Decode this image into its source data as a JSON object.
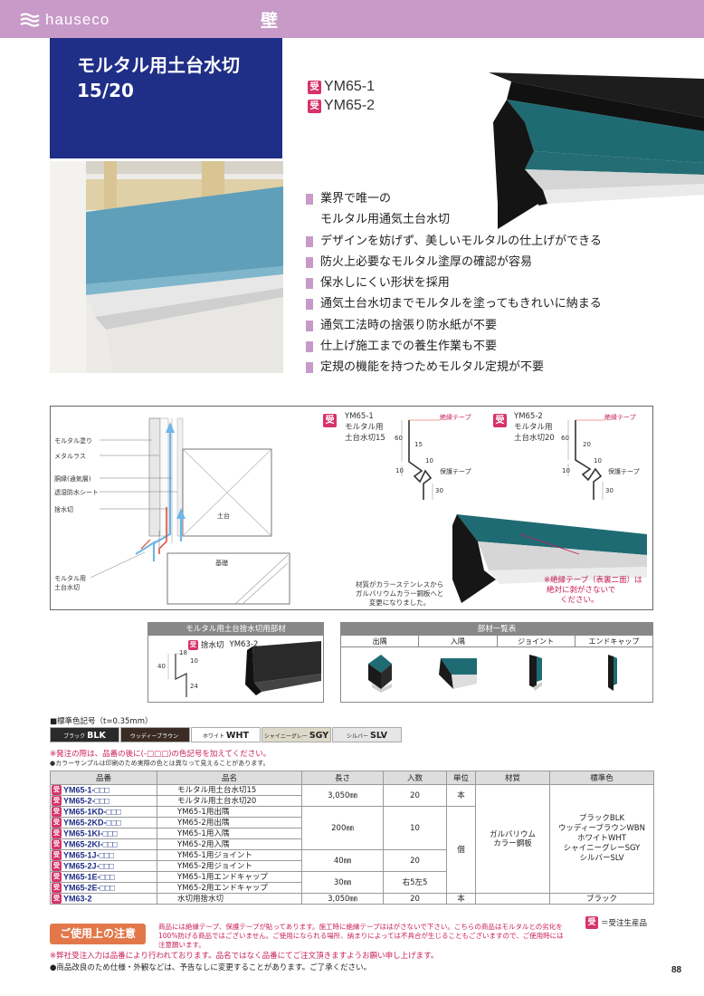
{
  "header": {
    "brand": "hauseco",
    "section": "壁"
  },
  "title": {
    "line1": "モルタル用土台水切",
    "line2": "15/20"
  },
  "codes": [
    {
      "badge": "受",
      "code": "YM65-1"
    },
    {
      "badge": "受",
      "code": "YM65-2"
    }
  ],
  "features": [
    "業界で唯一の",
    "デザインを妨げず、美しいモルタルの仕上げができる",
    "防火上必要なモルタル塗厚の確認が容易",
    "保水しにくい形状を採用",
    "通気土台水切までモルタルを塗ってもきれいに納まる",
    "通気工法時の捨張り防水紙が不要",
    "仕上げ施工までの養生作業も不要",
    "定規の機能を持つためモルタル定規が不要"
  ],
  "feature_continuation": "モルタル用通気土台水切",
  "diagram": {
    "labels": {
      "mortar": "モルタル塗り",
      "lath": "メタルラス",
      "paper": "胴縁(通気層)",
      "sheet": "透湿防水シート",
      "drip": "捨水切",
      "product": "モルタル用",
      "product2": "土台水切",
      "sill": "土台",
      "base": "基礎"
    },
    "spec1": {
      "badge": "受",
      "code": "YM65-1",
      "name1": "モルタル用",
      "name2": "土台水切15"
    },
    "spec2": {
      "badge": "受",
      "code": "YM65-2",
      "name1": "モルタル用",
      "name2": "土台水切20"
    },
    "dims1": [
      "60",
      "15",
      "10",
      "30",
      "10"
    ],
    "dims2": [
      "60",
      "20",
      "10",
      "30",
      "10"
    ],
    "tape_top": "絶縁テープ",
    "tape_bottom": "保護テープ",
    "material_note": [
      "材質がカラーステンレスから",
      "ガルバリウムカラー鋼板へと",
      "変更になりました。"
    ],
    "warn_note": [
      "※絶縁テープ（表裏二面）は",
      "絶対に剥がさないで",
      "ください。"
    ]
  },
  "sub_left": {
    "title": "モルタル用土台捨水切用部材",
    "badge": "受",
    "label": "捨水切",
    "code": "YM63-2",
    "dims": [
      "18",
      "40",
      "10",
      "24"
    ]
  },
  "sub_right": {
    "title": "部材一覧表",
    "cols": [
      "出隅",
      "入隅",
      "ジョイント",
      "エンドキャップ"
    ]
  },
  "color_caption": "■標準色記号（t=0.35mm）",
  "color_chips": [
    {
      "small": "ブラック",
      "code": "BLK",
      "bg": "#2a2a2a",
      "fg": "#ffffff"
    },
    {
      "small": "ウッディーブラウン",
      "code": "WBN",
      "bg": "#3a2c24",
      "fg": "#ffffff"
    },
    {
      "small": "ホワイト",
      "code": "WHT",
      "bg": "#ffffff",
      "fg": "#222222"
    },
    {
      "small": "シャイニーグレー",
      "code": "SGY",
      "bg": "#ddd9c8",
      "fg": "#222222"
    },
    {
      "small": "シルバー",
      "code": "SLV",
      "bg": "#e6e6e6",
      "fg": "#222222"
    }
  ],
  "order_note": "※発注の際は、品番の後に(-□□□)の色記号を加えてください。",
  "sample_note": "●カラーサンプルは印刷のため実際の色とは異なって見えることがあります。",
  "table": {
    "headers": [
      "品番",
      "品名",
      "長さ",
      "入数",
      "単位",
      "材質",
      "標準色"
    ],
    "rows": [
      {
        "code": "YM65-1-□□□",
        "name": "モルタル用土台水切15"
      },
      {
        "code": "YM65-2-□□□",
        "name": "モルタル用土台水切20"
      },
      {
        "code": "YM65-1KD-□□□",
        "name": "YM65-1用出隅"
      },
      {
        "code": "YM65-2KD-□□□",
        "name": "YM65-2用出隅"
      },
      {
        "code": "YM65-1KI-□□□",
        "name": "YM65-1用入隅"
      },
      {
        "code": "YM65-2KI-□□□",
        "name": "YM65-2用入隅"
      },
      {
        "code": "YM65-1J-□□□",
        "name": "YM65-1用ジョイント"
      },
      {
        "code": "YM65-2J-□□□",
        "name": "YM65-2用ジョイント"
      },
      {
        "code": "YM65-1E-□□□",
        "name": "YM65-1用エンドキャップ"
      },
      {
        "code": "YM65-2E-□□□",
        "name": "YM65-2用エンドキャップ"
      },
      {
        "code": "YM63-2",
        "name": "水切用捨水切"
      }
    ],
    "length": [
      "3,050㎜",
      "200㎜",
      "40㎜",
      "30㎜",
      "3,050㎜"
    ],
    "qty": [
      "20",
      "10",
      "20",
      "右5左5",
      "20"
    ],
    "unit": [
      "本",
      "個",
      "本"
    ],
    "material": [
      "ガルバリウム",
      "カラー鋼板"
    ],
    "colors": [
      "ブラックBLK",
      "ウッディーブラウンWBN",
      "ホワイトWHT",
      "シャイニーグレーSGY",
      "シルバーSLV"
    ],
    "last_color": "ブラック",
    "badge": "受"
  },
  "legend": {
    "badge": "受",
    "text": "＝受注生産品"
  },
  "caution": {
    "button": "ご使用上の注意",
    "text": "商品には絶縁テープ、保護テープが貼ってあります。施工時に絶縁テープははがさないで下さい。こちらの商品はモルタルとの劣化を100%防げる商品ではございません。ご使用になられる場所、納まりによっては不具合が生じることもございますので、ご使用時には注意願います。"
  },
  "footer1": "※弊社受注入力は品番により行われております。品名ではなく品番にてご注文頂きますようお願い申し上げます。",
  "footer2": "●商品改良のため仕様・外観などは、予告なしに変更することがあります。ご了承ください。",
  "page_number": "88",
  "colors": {
    "accent": "#c79ac7",
    "navy": "#1f2e86",
    "badge": "#d6336c",
    "teal": "#1b5c63",
    "orange": "#e2774a"
  }
}
